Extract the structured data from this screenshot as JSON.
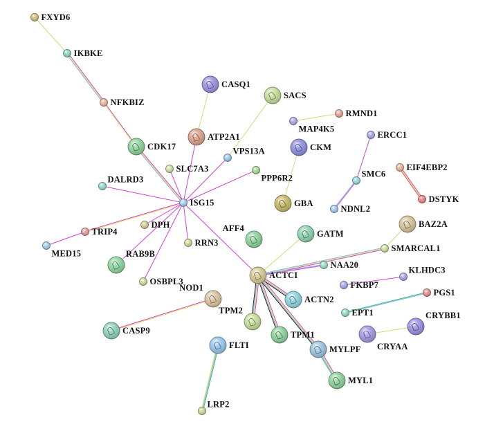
{
  "network": {
    "nodes": [
      {
        "id": "FXYD6",
        "label": "FXYD6",
        "color": "#d2c27a",
        "size": "s"
      },
      {
        "id": "IKBKE",
        "label": "IKBKE",
        "color": "#8fd9b8",
        "size": "s"
      },
      {
        "id": "NFKBIZ",
        "label": "NFKBIZ",
        "color": "#ecb59a",
        "size": "s"
      },
      {
        "id": "CDK17",
        "label": "CDK17",
        "color": "#8fd59a",
        "size": "l"
      },
      {
        "id": "CASQ1",
        "label": "CASQ1",
        "color": "#9a92e0",
        "size": "l"
      },
      {
        "id": "ATP2A1",
        "label": "ATP2A1",
        "color": "#dca38c",
        "size": "l"
      },
      {
        "id": "SACS",
        "label": "SACS",
        "color": "#c6e09a",
        "size": "l"
      },
      {
        "id": "RMND1",
        "label": "RMND1",
        "color": "#e6a898",
        "size": "s"
      },
      {
        "id": "MAP4K5",
        "label": "MAP4K5",
        "color": "#a9a6ea",
        "size": "s"
      },
      {
        "id": "ERCC1",
        "label": "ERCC1",
        "color": "#a9a6ea",
        "size": "s"
      },
      {
        "id": "VPS13A",
        "label": "VPS13A",
        "color": "#9cc8ee",
        "size": "s"
      },
      {
        "id": "CKM",
        "label": "CKM",
        "color": "#8f8fe0",
        "size": "l"
      },
      {
        "id": "SLC7A3",
        "label": "SLC7A3",
        "color": "#cfe4a3",
        "size": "s"
      },
      {
        "id": "PPP6R2",
        "label": "PPP6R2",
        "color": "#a6dc92",
        "size": "s"
      },
      {
        "id": "SMC6",
        "label": "SMC6",
        "color": "#98d8de",
        "size": "s"
      },
      {
        "id": "EIF4EBP2",
        "label": "EIF4EBP2",
        "color": "#e6b69c",
        "size": "s"
      },
      {
        "id": "DALRD3",
        "label": "DALRD3",
        "color": "#98d8d2",
        "size": "s"
      },
      {
        "id": "ISG15",
        "label": "ISG15",
        "color": "#a9d0ee",
        "size": "s"
      },
      {
        "id": "GBA",
        "label": "GBA",
        "color": "#c8b96a",
        "size": "l"
      },
      {
        "id": "DSTYK",
        "label": "DSTYK",
        "color": "#ec7f7f",
        "size": "s"
      },
      {
        "id": "NDNL2",
        "label": "NDNL2",
        "color": "#a7c8ee",
        "size": "s"
      },
      {
        "id": "BAZ2A",
        "label": "BAZ2A",
        "color": "#d8c49a",
        "size": "l"
      },
      {
        "id": "TRIP4",
        "label": "TRIP4",
        "color": "#e2a09c",
        "size": "s"
      },
      {
        "id": "DPH",
        "label": "DPH",
        "color": "#d6cc92",
        "size": "s"
      },
      {
        "id": "AFF4",
        "label": "AFF4",
        "color": "#8ed49a",
        "size": "l"
      },
      {
        "id": "GATM",
        "label": "GATM",
        "color": "#8ed4b0",
        "size": "l"
      },
      {
        "id": "MED15",
        "label": "MED15",
        "color": "#a3cfea",
        "size": "s"
      },
      {
        "id": "RRN3",
        "label": "RRN3",
        "color": "#d2d89a",
        "size": "s"
      },
      {
        "id": "SMARCAL1",
        "label": "SMARCAL1",
        "color": "#cfe0a3",
        "size": "s"
      },
      {
        "id": "RAB9B",
        "label": "RAB9B",
        "color": "#8ed89e",
        "size": "l"
      },
      {
        "id": "ACTCI",
        "label": "ACTCI",
        "color": "#d6cc94",
        "size": "l"
      },
      {
        "id": "NAA20",
        "label": "NAA20",
        "color": "#98dcc8",
        "size": "s"
      },
      {
        "id": "KLHDC3",
        "label": "KLHDC3",
        "color": "#a9a6ea",
        "size": "s"
      },
      {
        "id": "OSBPL3",
        "label": "OSBPL3",
        "color": "#d4dc9a",
        "size": "s"
      },
      {
        "id": "FKBP7",
        "label": "FKBP7",
        "color": "#a9a6ea",
        "size": "s"
      },
      {
        "id": "PGS1",
        "label": "PGS1",
        "color": "#ec8f8f",
        "size": "s"
      },
      {
        "id": "NOD1",
        "label": "NOD1",
        "color": "#dcc4a0",
        "size": "l"
      },
      {
        "id": "ACTN2",
        "label": "ACTN2",
        "color": "#90d6e0",
        "size": "l"
      },
      {
        "id": "EPT1",
        "label": "EPT1",
        "color": "#98dcc0",
        "size": "s"
      },
      {
        "id": "CRYBB1",
        "label": "CRYBB1",
        "color": "#9a92e0",
        "size": "l"
      },
      {
        "id": "TPM2",
        "label": "TPM2",
        "color": "#c6e09a",
        "size": "l"
      },
      {
        "id": "TPM1",
        "label": "TPM1",
        "color": "#8ed49c",
        "size": "l"
      },
      {
        "id": "CASP9",
        "label": "CASP9",
        "color": "#8ed4be",
        "size": "l"
      },
      {
        "id": "CRYAA",
        "label": "CRYAA",
        "color": "#a39ae4",
        "size": "l"
      },
      {
        "id": "FLTI",
        "label": "FLTI",
        "color": "#98c8ee",
        "size": "l"
      },
      {
        "id": "MYLPF",
        "label": "MYLPF",
        "color": "#9cc6e4",
        "size": "l"
      },
      {
        "id": "MYL1",
        "label": "MYL1",
        "color": "#8ed49a",
        "size": "l"
      },
      {
        "id": "LRP2",
        "label": "LRP2",
        "color": "#c8dc96",
        "size": "s"
      }
    ],
    "edges": [
      {
        "source": "FXYD6",
        "target": "IKBKE",
        "colors": [
          "#d4d87a"
        ]
      },
      {
        "source": "IKBKE",
        "target": "NFKBIZ",
        "colors": [
          "#cc44cc",
          "#e8dc5a",
          "#7ab0e8"
        ]
      },
      {
        "source": "NFKBIZ",
        "target": "CDK17",
        "colors": [
          "#cc44cc",
          "#e8dc5a"
        ]
      },
      {
        "source": "CDK17",
        "target": "ISG15",
        "colors": [
          "#cc44cc",
          "#e8dc5a",
          "#7ab0e8"
        ]
      },
      {
        "source": "ATP2A1",
        "target": "CASQ1",
        "colors": [
          "#d4d87a"
        ]
      },
      {
        "source": "ATP2A1",
        "target": "ISG15",
        "colors": [
          "#cc44cc"
        ]
      },
      {
        "source": "SLC7A3",
        "target": "ISG15",
        "colors": [
          "#cc44cc"
        ]
      },
      {
        "source": "VPS13A",
        "target": "ISG15",
        "colors": [
          "#cc44cc"
        ]
      },
      {
        "source": "VPS13A",
        "target": "SACS",
        "colors": [
          "#d4d87a"
        ]
      },
      {
        "source": "PPP6R2",
        "target": "ISG15",
        "colors": [
          "#cc44cc"
        ]
      },
      {
        "source": "DALRD3",
        "target": "ISG15",
        "colors": [
          "#cc44cc"
        ]
      },
      {
        "source": "TRIP4",
        "target": "ISG15",
        "colors": [
          "#cc44cc",
          "#e8dc5a"
        ]
      },
      {
        "source": "MED15",
        "target": "TRIP4",
        "colors": [
          "#cc44cc"
        ]
      },
      {
        "source": "DPH",
        "target": "ISG15",
        "colors": [
          "#cc44cc"
        ]
      },
      {
        "source": "RAB9B",
        "target": "ISG15",
        "colors": [
          "#cc44cc"
        ]
      },
      {
        "source": "OSBPL3",
        "target": "ISG15",
        "colors": [
          "#cc44cc"
        ]
      },
      {
        "source": "RRN3",
        "target": "ISG15",
        "colors": [
          "#cc44cc"
        ]
      },
      {
        "source": "ISG15",
        "target": "ACTCI",
        "colors": [
          "#cc44cc"
        ]
      },
      {
        "source": "MAP4K5",
        "target": "RMND1",
        "colors": [
          "#d4d87a"
        ]
      },
      {
        "source": "CKM",
        "target": "GBA",
        "colors": [
          "#d4d87a"
        ]
      },
      {
        "source": "ERCC1",
        "target": "SMC6",
        "colors": [
          "#cc44cc"
        ]
      },
      {
        "source": "SMC6",
        "target": "NDNL2",
        "colors": [
          "#cc44cc",
          "#7ab0e8"
        ]
      },
      {
        "source": "EIF4EBP2",
        "target": "DSTYK",
        "colors": [
          "#cc44cc",
          "#e8dc5a",
          "#e05050"
        ]
      },
      {
        "source": "BAZ2A",
        "target": "SMARCAL1",
        "colors": [
          "#d4d87a"
        ]
      },
      {
        "source": "GATM",
        "target": "ACTCI",
        "colors": [
          "#d4d87a"
        ]
      },
      {
        "source": "SMARCAL1",
        "target": "ACTCI",
        "colors": [
          "#cc44cc",
          "#e8dc5a",
          "#7ab0e8"
        ]
      },
      {
        "source": "NAA20",
        "target": "ACTCI",
        "colors": [
          "#cc44cc",
          "#7ab0e8"
        ]
      },
      {
        "source": "ACTCI",
        "target": "ACTN2",
        "colors": [
          "#cc44cc",
          "#e8dc5a",
          "#7ab0e8",
          "#222222"
        ]
      },
      {
        "source": "ACTCI",
        "target": "TPM2",
        "colors": [
          "#cc44cc",
          "#e8dc5a",
          "#7ab0e8",
          "#222222"
        ]
      },
      {
        "source": "ACTCI",
        "target": "TPM1",
        "colors": [
          "#cc44cc",
          "#e8dc5a",
          "#7ab0e8",
          "#222222"
        ]
      },
      {
        "source": "ACTCI",
        "target": "MYLPF",
        "colors": [
          "#cc44cc",
          "#e8dc5a",
          "#7ab0e8",
          "#222222"
        ]
      },
      {
        "source": "MYLPF",
        "target": "MYL1",
        "colors": [
          "#cc44cc",
          "#e8dc5a",
          "#7ab0e8",
          "#3cb878"
        ]
      },
      {
        "source": "FKBP7",
        "target": "KLHDC3",
        "colors": [
          "#cc44cc"
        ]
      },
      {
        "source": "EPT1",
        "target": "PGS1",
        "colors": [
          "#3cb878",
          "#7ab0e8"
        ]
      },
      {
        "source": "CRYAA",
        "target": "CRYBB1",
        "colors": [
          "#d4d87a"
        ]
      },
      {
        "source": "CASP9",
        "target": "NOD1",
        "colors": [
          "#cc44cc",
          "#e8dc5a"
        ]
      },
      {
        "source": "FLTI",
        "target": "LRP2",
        "colors": [
          "#3cb878",
          "#7ab0e8",
          "#e8dc5a"
        ]
      }
    ]
  }
}
